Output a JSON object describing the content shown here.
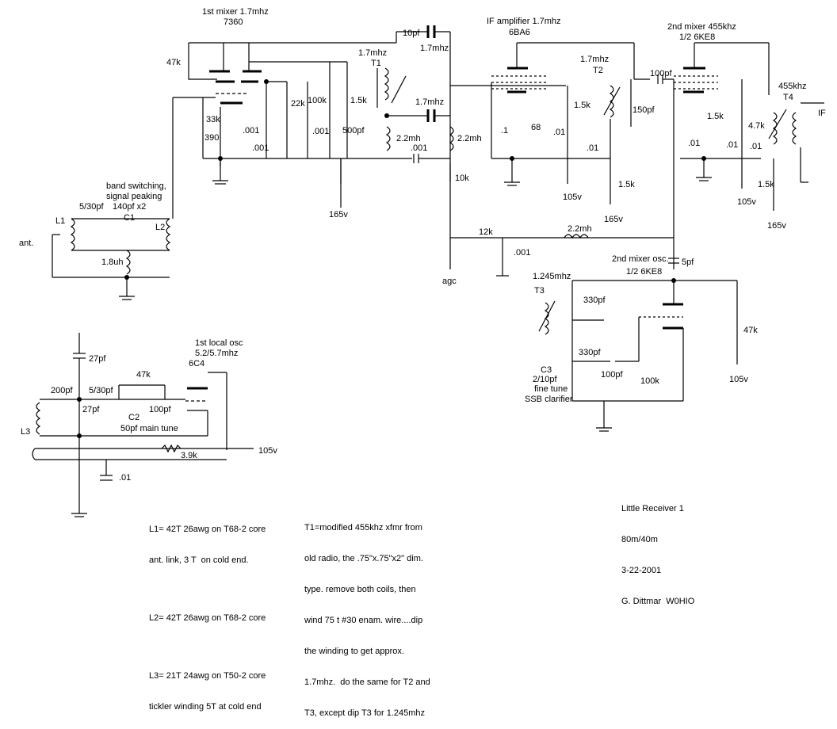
{
  "title_block": {
    "name": "Little Receiver 1",
    "bands": "80m/40m",
    "date": "3-22-2001",
    "author": "G. Dittmar  W0HIO"
  },
  "stage_labels": {
    "mixer1": "1st mixer 1.7mhz",
    "mixer1_tube": "7360",
    "if_amp": "IF amplifier 1.7mhz",
    "if_amp_tube": "6BA6",
    "mixer2": "2nd mixer 455khz",
    "mixer2_tube": "1/2 6KE8",
    "osc2": "2nd mixer osc.",
    "osc2_tube": "1/2 6KE8",
    "lo1": "1st local osc",
    "lo1_freq": "5.2/5.7mhz",
    "lo1_tube": "6C4",
    "band_switch_1": "band switching,",
    "band_switch_2": "signal peaking",
    "band_switch_3": "140pf x2"
  },
  "components": {
    "r47k_top": "47k",
    "c10pf": "10pf",
    "c1_7mhz_top": "1.7mhz",
    "t1_freq": "1.7mhz",
    "t1": "T1",
    "r33k": "33k",
    "r390": "390",
    "c001_a": ".001",
    "c001_b": ".001",
    "r22k": "22k",
    "c001_c": ".001",
    "r100k_mix": "100k",
    "r1_5k_mix": "1.5k",
    "c500pf": "500pf",
    "c1_7mhz_mid": "1.7mhz",
    "l2_2mh_a": "2.2mh",
    "l2_2mh_b": "2.2mh",
    "c001_d": ".001",
    "r10k": "10k",
    "b165v_a": "165v",
    "c_1": ".1",
    "r68": "68",
    "c01_if": ".01",
    "r1_5k_if": "1.5k",
    "b105v_a": "105v",
    "t2_freq": "1.7mhz",
    "t2": "T2",
    "c150pf": "150pf",
    "c01_t2": ".01",
    "r1_5k_t2": "1.5k",
    "b165v_b": "165v",
    "c100pf_m2": "100pf",
    "c01_m2a": ".01",
    "r1_5k_m2": "1.5k",
    "c01_m2b": ".01",
    "r4_7k": "4.7k",
    "c01_m2c": ".01",
    "t4_freq": "455khz",
    "t4": "T4",
    "r1_5k_t4": "1.5k",
    "b105v_b": "105v",
    "b165v_c": "165v",
    "if_out": "IF",
    "r12k": "12k",
    "l2_2mh_c": "2.2mh",
    "c001_agc": ".001",
    "agc": "agc",
    "c5pf": "5pf",
    "t3_freq": "1.245mhz",
    "t3": "T3",
    "c330pf_a": "330pf",
    "c330pf_b": "330pf",
    "c100pf_osc": "100pf",
    "r100k_osc": "100k",
    "c3": "C3",
    "c3_val": "2/10pf",
    "c3_use1": "fine tune",
    "c3_use2": "SSB clarifier",
    "r47k_osc": "47k",
    "b105v_c": "105v",
    "l1": "L1",
    "l2": "L2",
    "c1": "C1",
    "c_530pf_in": "5/30pf",
    "ant": "ant.",
    "l1_8uh": "1.8uh",
    "c27pf_a": "27pf",
    "r47k_lo": "47k",
    "c200pf": "200pf",
    "c_530pf_lo": "5/30pf",
    "c27pf_b": "27pf",
    "c100pf_lo": "100pf",
    "c2": "C2",
    "c2_val": "50pf main tune",
    "l3": "L3",
    "r3_9k": "3.9k",
    "b105v_lo": "105v",
    "c01_lo": ".01"
  },
  "coil_notes": {
    "l1_a": "L1= 42T 26awg on T68-2 core",
    "l1_b": "ant. link, 3 T  on cold end.",
    "l2": "L2= 42T 26awg on T68-2 core",
    "l3_a": "L3= 21T 24awg on T50-2 core",
    "l3_b": "tickler winding 5T at cold end"
  },
  "transformer_notes": {
    "t1_a": "T1=modified 455khz xfmr from",
    "t1_b": "old radio, the .75\"x.75\"x2\" dim.",
    "t1_c": "type. remove both coils, then",
    "t1_d": "wind 75 t #30 enam. wire....dip",
    "t1_e": "the winding to get approx.",
    "t1_f": "1.7mhz.  do the same for T2 and",
    "t1_g": "T3, except dip T3 for 1.245mhz"
  }
}
